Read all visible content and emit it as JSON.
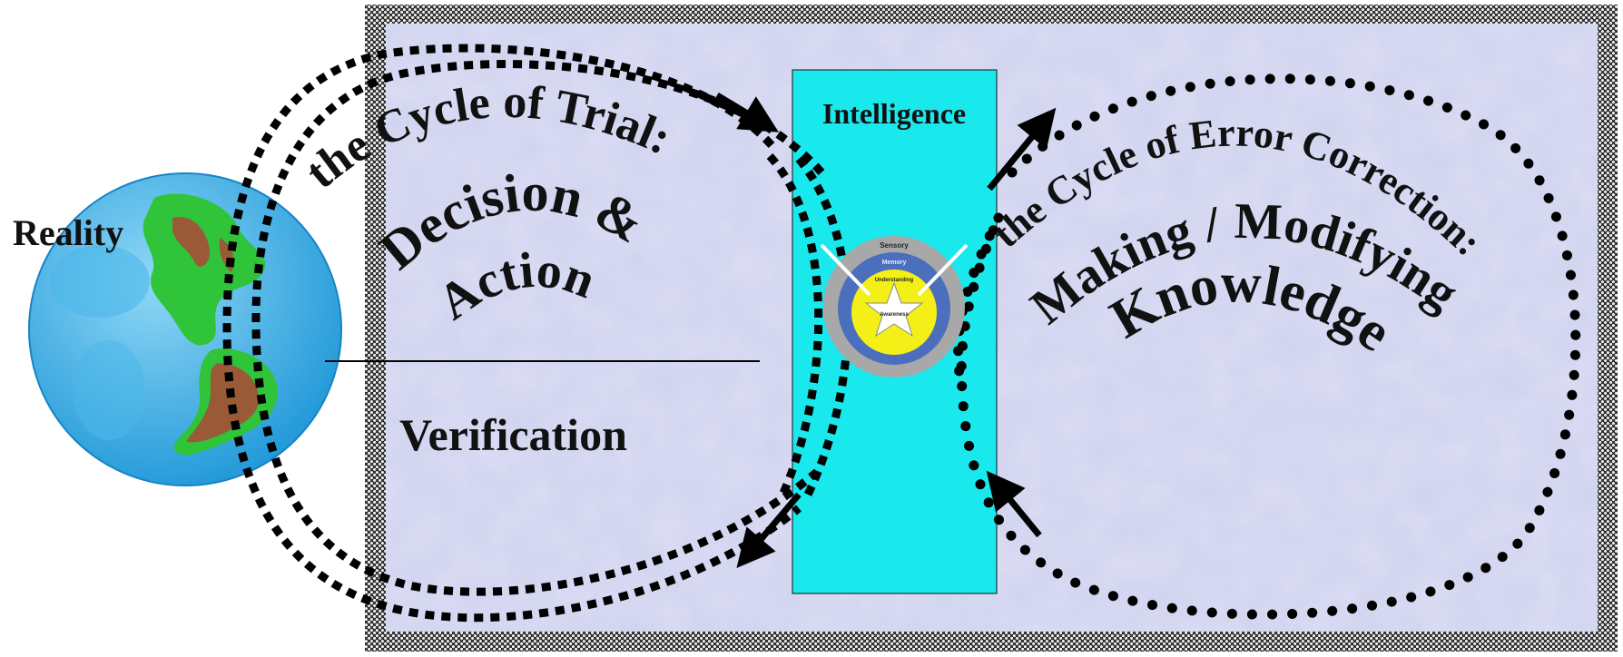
{
  "labels": {
    "reality": "Reality",
    "verification": "Verification",
    "intelligence": "Intelligence"
  },
  "cycles": {
    "trial": {
      "title": "the Cycle of Trial:",
      "line1": "Decision &",
      "line2": "Action"
    },
    "error_correction": {
      "title": "the Cycle of Error Correction:",
      "line1": "Making / Modifying",
      "line2": "Knowledge"
    }
  },
  "mind_rings": {
    "sensory": "Sensory",
    "memory": "Memory",
    "understanding": "Understanding",
    "awareness": "Awareness"
  },
  "colors": {
    "intelligence_panel": "#19e8ec",
    "ocean": "#29a9e6",
    "land_green": "#2fc43a",
    "land_brown": "#9a5a37",
    "ring_gray": "#a8a8a8",
    "ring_blue": "#4c6fbd",
    "ring_yellow": "#f5ef18",
    "background_texture": "#c9cdec",
    "border": "#2a2a2a"
  },
  "icons": [
    "earth-globe-icon",
    "mind-star-icon",
    "arrow-icon"
  ]
}
